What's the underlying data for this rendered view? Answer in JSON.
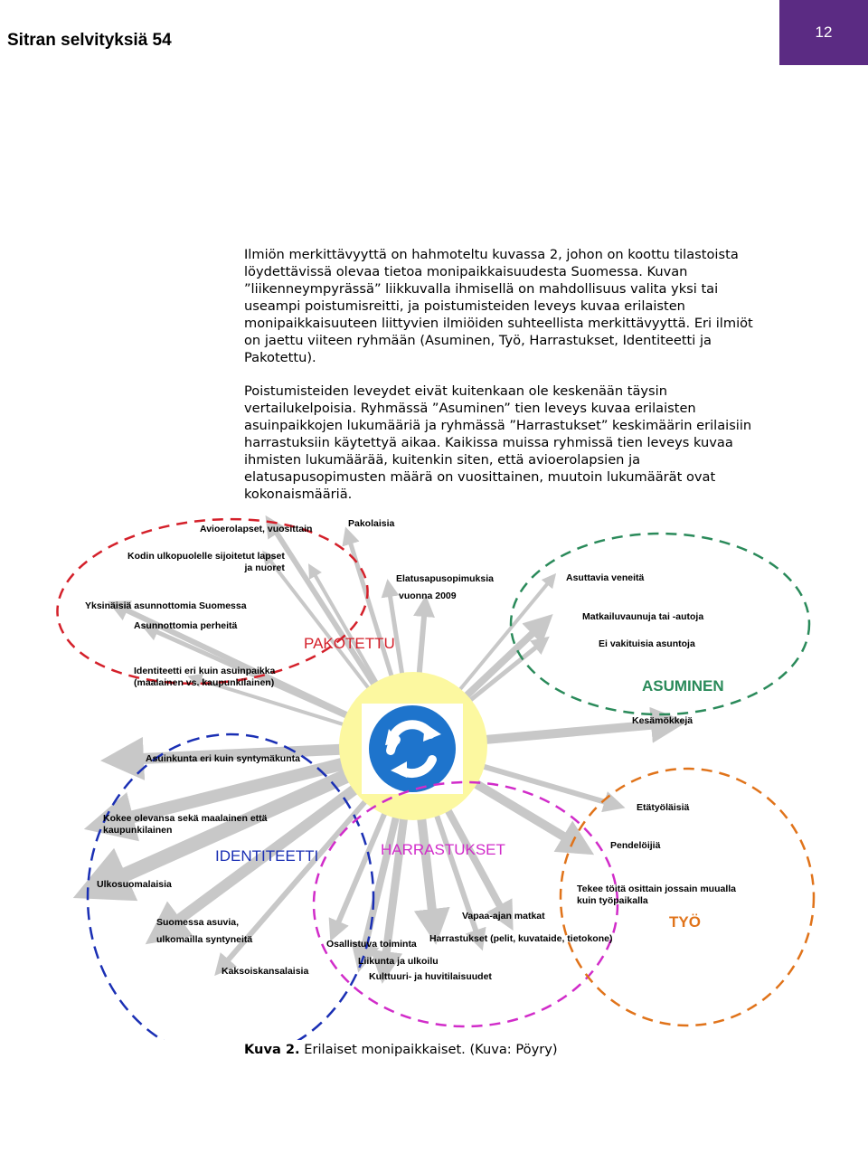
{
  "header": {
    "series_title": "Sitran selvityksiä 54",
    "page_number": "12"
  },
  "body": {
    "paragraph1": "Ilmiön merkittävyyttä on hahmoteltu kuvassa 2, johon on koottu tilastoista löydettävissä olevaa tietoa monipaikkaisuudesta Suomessa. Kuvan ”liikenneympyrässä” liikkuvalla ihmisellä on mahdollisuus valita yksi tai useampi poistumisreitti, ja poistumisteiden leveys kuvaa erilaisten monipaikkaisuuteen liittyvien ilmiöiden suhteellista merkittävyyttä. Eri ilmiöt on jaettu viiteen ryhmään (Asuminen, Työ, Harrastukset, Identiteetti ja Pakotettu).",
    "paragraph2": "Poistumisteiden leveydet eivät kuitenkaan ole keskenään täysin vertailukelpoisia. Ryhmässä ”Asuminen” tien leveys kuvaa erilaisten asuinpaikkojen lukumääriä ja ryhmässä ”Harrastukset” keskimäärin erilaisiin harrastuksiin käytettyä aikaa. Kaikissa muissa ryhmissä tien leveys kuvaa ihmisten lukumäärää, kuitenkin siten, että avioerolapsien ja elatusapusopimusten määrä on vuosittainen, muutoin lukumäärät ovat kokonaismääriä."
  },
  "figure": {
    "groups": {
      "pakotettu": "PAKOTETTU",
      "asuminen": "ASUMINEN",
      "identiteetti": "IDENTITEETTI",
      "harrastukset": "HARRASTUKSET",
      "tyo": "TYÖ"
    },
    "colors": {
      "pakotettu": "#d4202a",
      "asuminen": "#2a8a5a",
      "identiteetti": "#1a2fb4",
      "harrastukset": "#d12cc9",
      "tyo": "#e0731a",
      "roads": "#c8c8c8",
      "center": "#fcf8a0",
      "roundabout_sign": "#1e74cc"
    },
    "labels": {
      "avioerolapset": "Avioerolapset, vuosittain",
      "pakolaisia": "Pakolaisia",
      "kodin_ulkopuolelle": "Kodin ulkopuolelle sijoitetut lapset\nja nuoret",
      "elatusapusopimuksia": "Elatusapusopimuksia",
      "vuonna_2009": "vuonna 2009",
      "asuttavia_veneita": "Asuttavia veneitä",
      "yksinaisia": "Yksinäisiä asunnottomia Suomessa",
      "matkailuvaunuja": "Matkailuvaunuja tai -autoja",
      "asunnottomia_perheita": "Asunnottomia perheitä",
      "ei_vakituisia": "Ei vakituisia asuntoja",
      "identiteetti_eri": "Identiteetti eri kuin asuinpaikka\n(maalainen vs. kaupunkilainen)",
      "kesamokkeja": "Kesämökkejä",
      "asuinkunta": "Asuinkunta eri kuin syntymäkunta",
      "etatyolaisia": "Etätyöläisiä",
      "kokee_olevansa": "Kokee olevansa sekä maalainen että\nkaupunkilainen",
      "pendeloijia": "Pendelöijiä",
      "ulkosuomalaisia": "Ulkosuomalaisia",
      "tekee_toita": "Tekee töitä osittain jossain muualla\nkuin työpaikalla",
      "vapaa_ajan_matkat": "Vapaa-ajan matkat",
      "suomessa_asuvia": "Suomessa asuvia,",
      "ulkomailla_syntyneita": "ulkomailla syntyneitä",
      "osallistuva_toiminta": "Osallistuva toiminta",
      "harrastukset_pelit": "Harrastukset (pelit, kuvataide, tietokone)",
      "liikunta": "Liikunta ja ulkoilu",
      "kaksoiskansalaisia": "Kaksoiskansalaisia",
      "kulttuuri": "Kulttuuri- ja huvitilaisuudet"
    }
  },
  "caption": {
    "label": "Kuva 2.",
    "text": " Erilaiset monipaikkaiset. (Kuva: Pöyry)"
  }
}
